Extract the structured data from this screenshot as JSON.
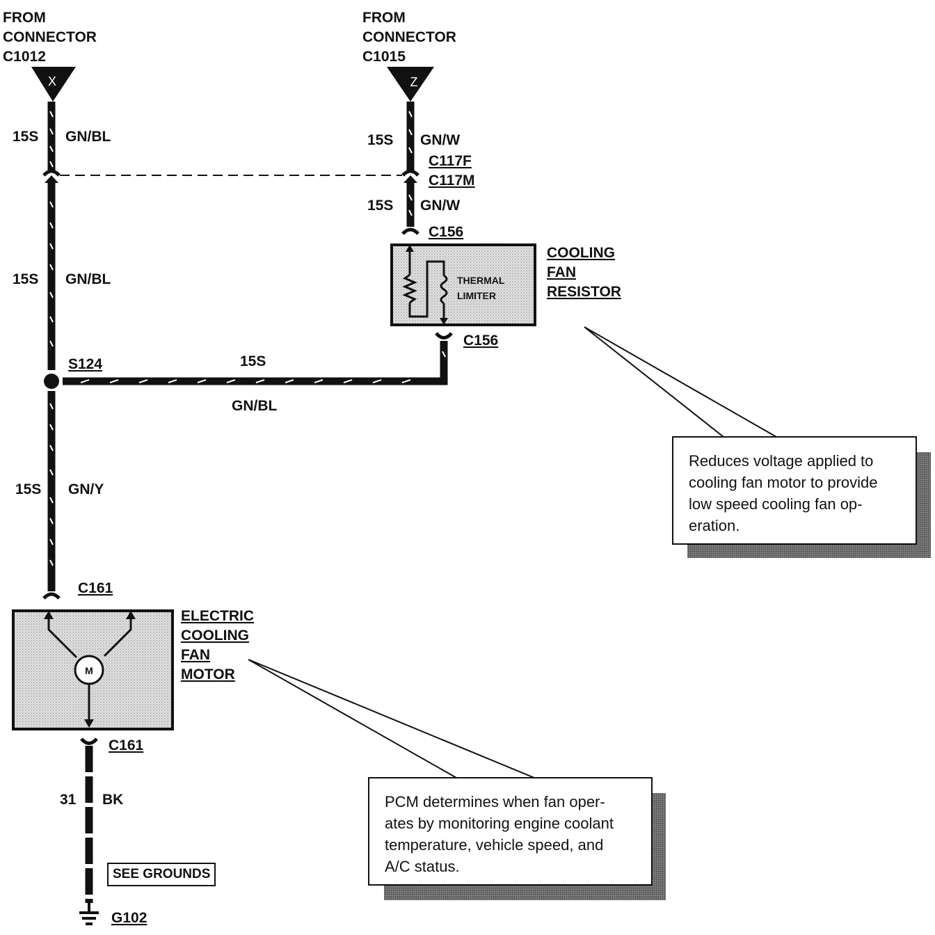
{
  "connector_left": {
    "line1": "FROM",
    "line2": "CONNECTOR",
    "line3": "C1012",
    "pin": "X"
  },
  "connector_right": {
    "line1": "FROM",
    "line2": "CONNECTOR",
    "line3": "C1015",
    "pin": "Z"
  },
  "wires": {
    "left_top": {
      "circuit": "15S",
      "color": "GN/BL"
    },
    "left_mid": {
      "circuit": "15S",
      "color": "GN/BL"
    },
    "left_low": {
      "circuit": "15S",
      "color": "GN/Y"
    },
    "right_top": {
      "circuit": "15S",
      "color": "GN/W"
    },
    "right_mid": {
      "circuit": "15S",
      "color": "GN/W"
    },
    "horizontal": {
      "circuit": "15S",
      "color": "GN/BL"
    },
    "ground": {
      "circuit": "31",
      "color": "BK"
    }
  },
  "connectors": {
    "c117f": "C117F",
    "c117m": "C117M",
    "c156_top": "C156",
    "c156_bottom": "C156",
    "c161_top": "C161",
    "c161_bottom": "C161",
    "splice": "S124",
    "ground": "G102"
  },
  "resistor": {
    "line1": "COOLING",
    "line2": "FAN",
    "line3": "RESISTOR",
    "inner1": "THERMAL",
    "inner2": "LIMITER"
  },
  "motor": {
    "line1": "ELECTRIC",
    "line2": "COOLING",
    "line3": "FAN",
    "line4": "MOTOR",
    "symbol": "M"
  },
  "see_grounds": "SEE GROUNDS",
  "note_resistor": {
    "line1": "Reduces voltage applied to",
    "line2": "cooling fan motor to provide",
    "line3": "low speed cooling fan op-",
    "line4": "eration."
  },
  "note_pcm": {
    "line1": "PCM determines when fan oper-",
    "line2": "ates by monitoring engine coolant",
    "line3": "temperature, vehicle speed, and",
    "line4": "A/C status."
  }
}
